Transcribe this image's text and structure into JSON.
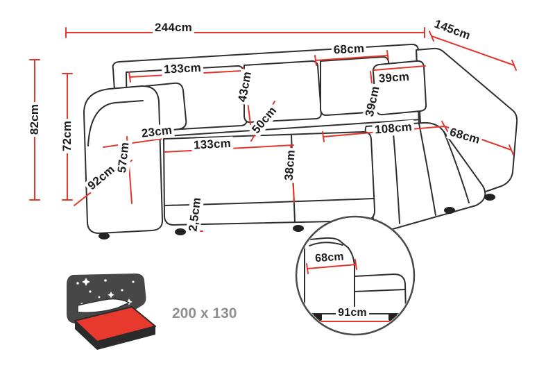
{
  "colors": {
    "dimension_line": "#e2362e",
    "outline": "#2e2e2e",
    "area_text": "#8f8f8f",
    "mattress_red": "#e8392f",
    "icon_dark": "#474747"
  },
  "dims": {
    "total_width": "244cm",
    "total_depth": "145cm",
    "chaise_back_width": "68cm",
    "back_cushion_width": "133cm",
    "back_cushion_height": "43cm",
    "pillow_width": "39cm",
    "pillow_height": "39cm",
    "total_height": "82cm",
    "back_height": "72cm",
    "armrest_width": "23cm",
    "backrest_height": "50cm",
    "chaise_length": "108cm",
    "right_armrest_width": "68cm",
    "armrest_height": "57cm",
    "seat_width": "133cm",
    "seat_height": "38cm",
    "seat_depth": "92cm",
    "leg_height": "2,5cm"
  },
  "detail": {
    "armrest_front_width": "68cm",
    "armrest_front_depth": "91cm"
  },
  "sleeping_area": {
    "label": "200 x 130"
  }
}
